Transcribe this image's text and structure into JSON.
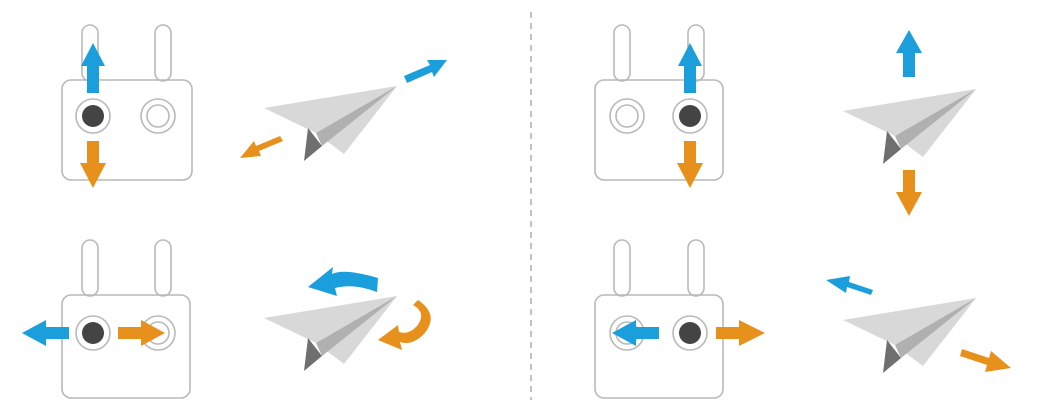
{
  "colors": {
    "forward_arrow": "#1a9fdc",
    "backward_arrow": "#e8901c",
    "controller_outline": "#b9b9b9",
    "stick_active": "#444444",
    "stick_idle_ring": "#b9b9b9",
    "plane_light": "#d8d8d8",
    "plane_mid": "#b0b0b0",
    "plane_dark": "#6f6f6f",
    "divider": "#9a9a9a",
    "background": "#ffffff"
  },
  "panels": [
    {
      "id": "throttle",
      "active_stick": "left",
      "stick_axis": "vertical",
      "plane_motion": "diagonal-forward-back",
      "icon": "airplane-icon"
    },
    {
      "id": "pitch",
      "active_stick": "right",
      "stick_axis": "vertical",
      "plane_motion": "up-down",
      "icon": "airplane-icon"
    },
    {
      "id": "yaw",
      "active_stick": "left",
      "stick_axis": "horizontal",
      "plane_motion": "rotate",
      "icon": "airplane-icon"
    },
    {
      "id": "roll",
      "active_stick": "right",
      "stick_axis": "horizontal",
      "plane_motion": "sideways",
      "icon": "airplane-icon"
    }
  ]
}
